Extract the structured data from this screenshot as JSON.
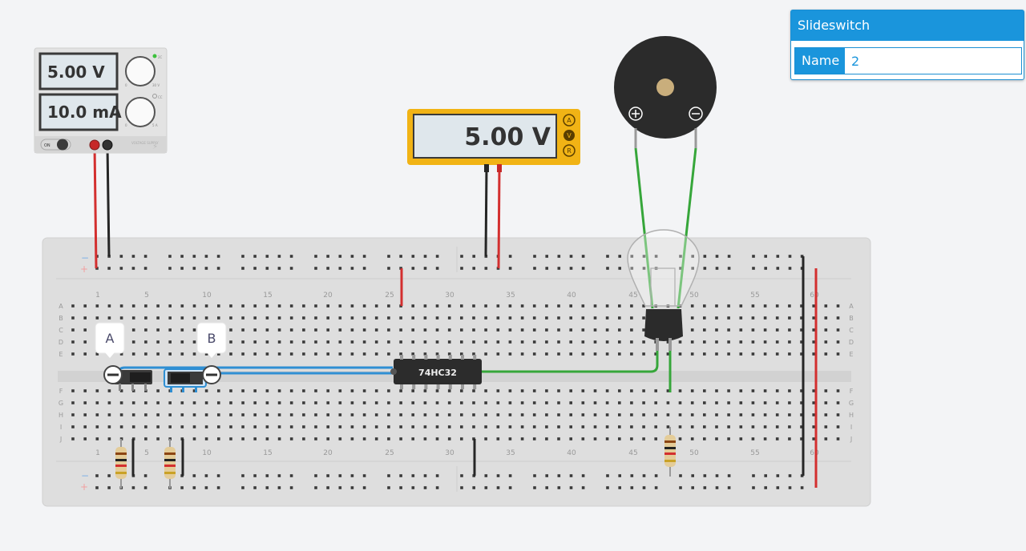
{
  "power_supply": {
    "voltage": "5.00 V",
    "current": "10.0 mA",
    "switch_label": "ON",
    "knob1_min": "0",
    "knob1_max": "30 V",
    "knob1_tag": "2C",
    "knob2_min": "0",
    "knob2_max": "5 A",
    "knob2_tag": "CC",
    "brand": "VOLTAGE SUPPLY"
  },
  "multimeter": {
    "reading": "5.00 V",
    "modes": [
      "A",
      "V",
      "R"
    ]
  },
  "breadboard": {
    "top_column_numbers": [
      "1",
      "5",
      "10",
      "15",
      "20",
      "25",
      "30",
      "35",
      "40",
      "45",
      "50",
      "55",
      "60"
    ],
    "bottom_column_numbers": [
      "1",
      "5",
      "10",
      "15",
      "20",
      "25",
      "30",
      "35",
      "40",
      "45",
      "50",
      "55",
      "60"
    ],
    "left_row_letters": [
      "A",
      "B",
      "C",
      "D",
      "E",
      "F",
      "G",
      "H",
      "I",
      "J"
    ],
    "right_row_letters": [
      "A",
      "B",
      "C",
      "D",
      "E",
      "F",
      "G",
      "H",
      "I",
      "J"
    ],
    "rail_minus": "−",
    "rail_plus": "+"
  },
  "chip": {
    "label": "74HC32"
  },
  "switch_labels": {
    "a": "A",
    "b": "B"
  },
  "inspector": {
    "title": "Slideswitch",
    "name_label": "Name",
    "name_value": "2"
  },
  "colors": {
    "wire_red": "#d32f2f",
    "wire_black": "#262626",
    "wire_green": "#36a63a",
    "wire_blue": "#2f8fd3",
    "multimeter_body": "#f1b315",
    "panel_accent": "#1a95dc"
  }
}
